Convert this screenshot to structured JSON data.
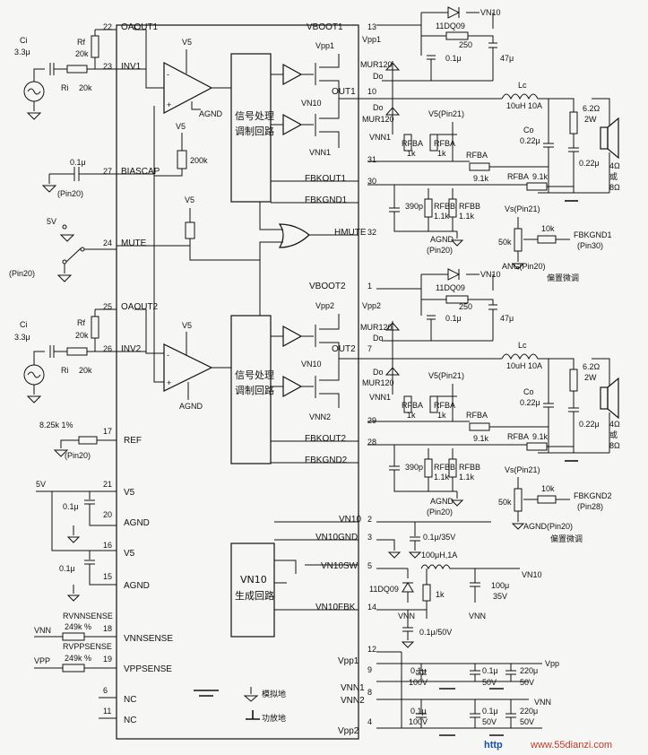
{
  "ic_pins_left": {
    "p22": "22",
    "n22": "OAOUT1",
    "p23": "23",
    "n23": "INV1",
    "p27": "27",
    "n27": "BIASCAP",
    "p24": "24",
    "n24": "MUTE",
    "p25": "25",
    "n25": "OAOUT2",
    "p26": "26",
    "n26": "INV2",
    "p17": "17",
    "n17": "REF",
    "p21": "21",
    "n21": "V5",
    "p20": "20",
    "n20": "AGND",
    "p16": "16",
    "n16": "V5",
    "p15": "15",
    "n15": "AGND",
    "p18": "18",
    "n18": "VNNSENSE",
    "p19": "19",
    "n19": "VPPSENSE",
    "p6": "6",
    "n6": "NC",
    "p11": "11",
    "n11": "NC"
  },
  "ic_pins_right": {
    "p13": "13",
    "n13": "VBOOT1",
    "p10": "10",
    "n10": "OUT1",
    "p31": "31",
    "n31": "FBKOUT1",
    "p30": "30",
    "n30": "FBKGND1",
    "p32": "32",
    "n32": "HMUTE",
    "p1": "1",
    "n1": "VBOOT2",
    "p7": "7",
    "n7": "OUT2",
    "p29": "29",
    "n29": "FBKOUT2",
    "p28": "28",
    "n28": "FBKGND2",
    "p2": "2",
    "n2": "VN10",
    "p3": "3",
    "n3": "VN10GND",
    "p5": "5",
    "n5": "VN10SW",
    "p14": "14",
    "n14": "VN10FBK",
    "p12": "12",
    "p9": "9",
    "n9": "Vpp1",
    "p8": "8",
    "n8a": "VNN1",
    "n8b": "VNN2",
    "p4": "4",
    "n4": "Vpp2"
  },
  "blocks": {
    "dsp1_line1": "信号处理",
    "dsp1_line2": "调制回路",
    "dsp2_line1": "信号处理",
    "dsp2_line2": "调制回路",
    "vn10_line1": "VN10",
    "vn10_line2": "生成回路"
  },
  "left_components": {
    "ci1": "Ci",
    "ci1_val": "3.3μ",
    "rf1": "Rf",
    "rf1_val": "20k",
    "ri1": "Ri",
    "ri1_val": "20k",
    "v5_a": "V5",
    "agnd_a": "AGND",
    "v5_b": "V5",
    "r200k": "200k",
    "c01": "0.1μ",
    "pin20_a": "(Pin20)",
    "v5_c": "V5",
    "mute_5v": "5V",
    "pin20_b": "(Pin20)",
    "ci2": "Ci",
    "ci2_val": "3.3μ",
    "rf2": "Rf",
    "rf2_val": "20k",
    "ri2": "Ri",
    "ri2_val": "20k",
    "v5_d": "V5",
    "agnd_d": "AGND",
    "r825": "8.25k  1%",
    "pin20_c": "(Pin20)",
    "v5_in": "5V",
    "c01_e": "0.1μ",
    "c01_f": "0.1μ",
    "vnn": "VNN",
    "vpp": "VPP",
    "rvnn": "RVNNSENSE",
    "rvnn_val": "249k  %",
    "rvpp": "RVPPSENSE",
    "rvpp_val": "249k  %"
  },
  "right_components_1": {
    "vn10": "VN10",
    "dq": "11DQ09",
    "r250": "250",
    "c01": "0.1μ",
    "c47": "47μ",
    "vpp1": "Vpp1",
    "mur_a": "MUR120",
    "do_a": "Do",
    "vn10_g": "VN10",
    "vnn1_g": "VNN1",
    "do_b": "Do",
    "mur_b": "MUR120",
    "vnn1": "VNN1",
    "lc": "Lc",
    "lc_val": "10uH   10A",
    "v5pin21": "V5(Pin21)",
    "rfba1": "RFBA",
    "k1a": "1k",
    "rfba2": "RFBA",
    "k1b": "1k",
    "rfba3": "RFBA",
    "r91a": "9.1k",
    "rfba4": "RFBA",
    "r91b": "9.1k",
    "co": "Co",
    "co_val": "0.22μ",
    "c022": "0.22μ",
    "r62": "6.2Ω",
    "r62w": "2W",
    "spk4": "4Ω",
    "spk_or": "或",
    "spk8": "8Ω",
    "c390": "390p",
    "rfbb1": "RFBB",
    "k11a": "1.1k",
    "rfbb2": "RFBB",
    "k11b": "1.1k",
    "agnd": "AGND",
    "agnd_pin": "(Pin20)",
    "vspin21": "Vs(Pin21)",
    "r10k": "10k",
    "r50k": "50k",
    "fbk": "FBKGND1",
    "fbk_pin": "(Pin30)",
    "ang": "ANG(Pin20)",
    "bias": "偏置微调"
  },
  "right_components_2": {
    "vn10": "VN10",
    "dq": "11DQ09",
    "r250": "250",
    "c01": "0.1μ",
    "c47": "47μ",
    "vpp2": "Vpp2",
    "mur_a": "MUR120",
    "do_a": "Do",
    "vn10_g": "VN10",
    "vnn2_g": "VNN2",
    "do_b": "Do",
    "mur_b": "MUR120",
    "vnn1": "VNN1",
    "lc": "Lc",
    "lc_val": "10uH   10A",
    "v5pin21": "V5(Pin21)",
    "rfba1": "RFBA",
    "k1a": "1k",
    "rfba2": "RFBA",
    "k1b": "1k",
    "rfba3": "RFBA",
    "r91a": "9.1k",
    "rfba4": "RFBA",
    "r91b": "9.1k",
    "co": "Co",
    "co_val": "0.22μ",
    "c022": "0.22μ",
    "r62": "6.2Ω",
    "r62w": "2W",
    "spk4": "4Ω",
    "spk_or": "或",
    "spk8": "8Ω",
    "c390": "390p",
    "rfbb1": "RFBB",
    "k11a": "1.1k",
    "rfbb2": "RFBB",
    "k11b": "1.1k",
    "agnd": "AGND",
    "agnd_pin": "(Pin20)",
    "vspin21": "Vs(Pin21)",
    "r10k": "10k",
    "r50k": "50k",
    "fbk": "FBKGND2",
    "fbk_pin": "(Pin28)",
    "ang": "AGND(Pin20)",
    "bias": "偏置微调"
  },
  "vn10_supply": {
    "c01_35": "0.1μ/35V",
    "l100": "100μH,1A",
    "vn10_out": "VN10",
    "dq": "11DQ09",
    "r1k": "1k",
    "c100": "100μ",
    "c100v": "35V",
    "vnn_a": "VNN",
    "vnn_b": "VNN",
    "c01_50": "0.1μ/50V"
  },
  "power": {
    "vpp": "Vpp",
    "vnn": "VNN",
    "c01a": "0.1μ",
    "c01a_v": "100V",
    "c01b": "0.1μ",
    "c01b_v": "50V",
    "c220a": "220μ",
    "c220a_v": "50V",
    "c01c": "0.1μ",
    "c01c_v": "100V",
    "c01d": "0.1μ",
    "c01d_v": "50V",
    "c220b": "220μ",
    "c220b_v": "50V"
  },
  "legend": {
    "analog_gnd": "模拟地",
    "power_gnd": "功放地"
  },
  "watermark": {
    "prefix": "http",
    "site": "www.55dianzi.com"
  }
}
